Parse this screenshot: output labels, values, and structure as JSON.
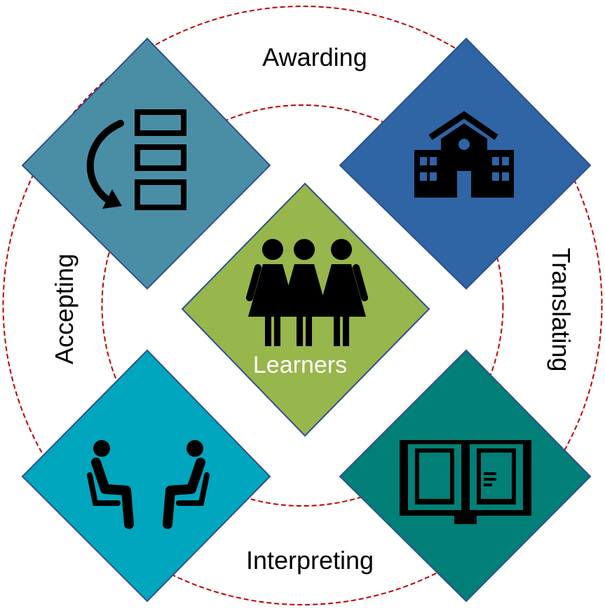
{
  "labels": {
    "awarding": "Awarding",
    "translating": "Translating",
    "interpreting": "Interpreting",
    "accepting": "Accepting",
    "center": "Learners"
  },
  "diamonds": [
    {
      "name": "accepting-diamond",
      "icon": "arrow-to-list-icon",
      "color": "#4A8EA6"
    },
    {
      "name": "awarding-diamond",
      "icon": "school-building-icon",
      "color": "#2F64A5"
    },
    {
      "name": "learners-diamond",
      "icon": "learners-group-icon",
      "color": "#97B64B"
    },
    {
      "name": "interpreting-diamond",
      "icon": "two-people-seated-icon",
      "color": "#00A6BD"
    },
    {
      "name": "translating-diamond",
      "icon": "open-book-icon",
      "color": "#027F76"
    }
  ],
  "colors": {
    "ring": "#C00000",
    "diamond_border": "#2F4F8F",
    "icon": "#000000",
    "center_label": "#ffffff"
  }
}
